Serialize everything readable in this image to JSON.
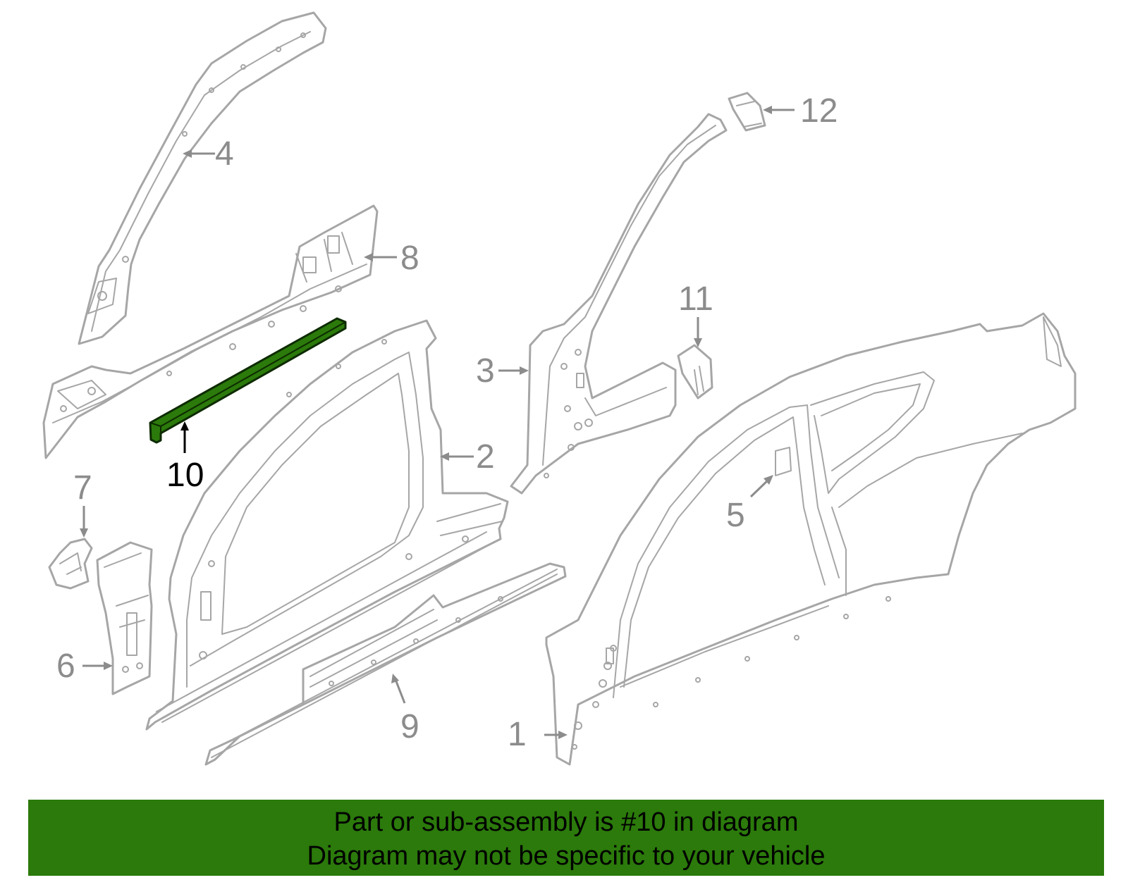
{
  "callouts": {
    "c1": "1",
    "c2": "2",
    "c3": "3",
    "c4": "4",
    "c5": "5",
    "c6": "6",
    "c7": "7",
    "c8": "8",
    "c9": "9",
    "c10": "10",
    "c11": "11",
    "c12": "12"
  },
  "highlight_part": "10",
  "colors": {
    "highlight": "#2b7a0b",
    "line_art": "#a6a6a6",
    "callout": "#8c8c8c",
    "banner_bg": "#2b7a0b"
  },
  "banner": {
    "line1": "Part or sub-assembly is #10 in diagram",
    "line2": "Diagram may not be specific to your vehicle"
  }
}
